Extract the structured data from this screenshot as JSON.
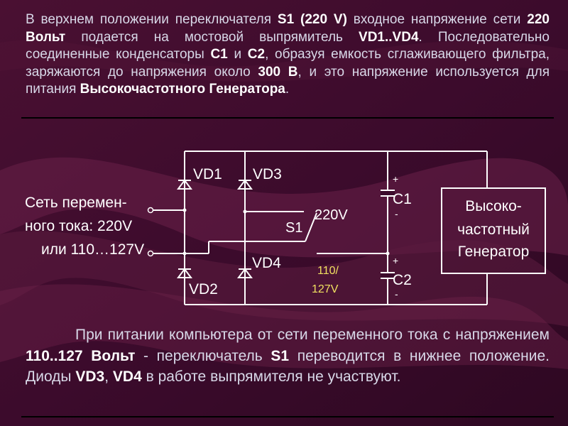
{
  "top_paragraph": {
    "t1": "В верхнем положении переключателя ",
    "s1": "S1 (220 V)",
    "t2": " входное напряжение сети ",
    "v220": "220 Вольт",
    "t3": " подается на мостовой выпрямитель ",
    "vd": "VD1..VD4",
    "t4": ". Последовательно соединенные конденсаторы ",
    "c1": "C1",
    "t5": " и ",
    "c2": "C2",
    "t6": ", образуя емкость сглаживающего фильтра, заряжаются до напряжения около ",
    "v300": "300 В",
    "t7": ", и это напряжение используется для питания ",
    "gen": "Высокочастотного Генератора",
    "t8": "."
  },
  "circuit": {
    "mains_label_line1": "Сеть перемен-",
    "mains_label_line2": "ного тока: 220V",
    "mains_label_line3": "или 110…127V",
    "vd1": "VD1",
    "vd2": "VD2",
    "vd3": "VD3",
    "vd4": "VD4",
    "s1": "S1",
    "s1_upper": "220V",
    "s1_lower_line1": "110/",
    "s1_lower_line2": "127V",
    "c1": "C1",
    "c2": "C2",
    "plus": "+",
    "minus": "-",
    "generator_line1": "Высоко-",
    "generator_line2": "частотный",
    "generator_line3": "Генератор"
  },
  "bottom_paragraph": {
    "t1": "При питании компьютера от сети переменного тока с напряжением ",
    "v110": "110..127 Вольт",
    "t2": " - переключатель ",
    "s1": "S1",
    "t3": " переводится в нижнее положение. Диоды ",
    "vd3": "VD3",
    "t4": ", ",
    "vd4": "VD4",
    "t5": " в работе выпрямителя не участвуют."
  },
  "colors": {
    "background": "#3a0a2a",
    "circuit_lines": "#ffffff",
    "text": "#d8d8e8",
    "highlight": "#ffffff",
    "s1_lower_label": "#f0e060"
  }
}
